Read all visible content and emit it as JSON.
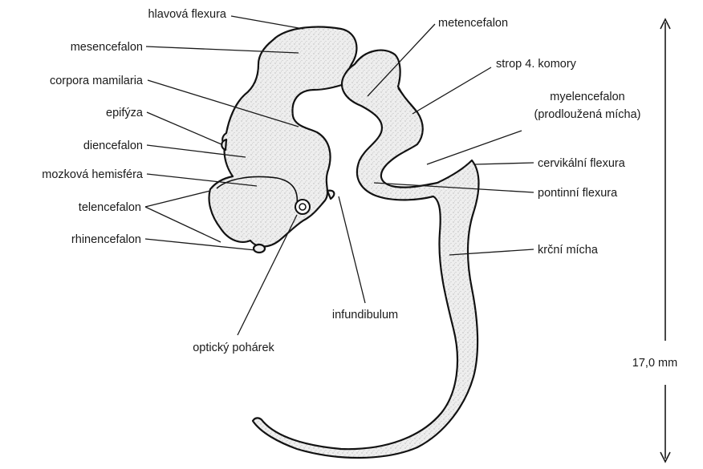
{
  "labels": {
    "hlavova_flexura": "hlavová flexura",
    "mesencefalon": "mesencefalon",
    "corpora_mamilaria": "corpora mamilaria",
    "epifyza": "epifýza",
    "diencefalon": "diencefalon",
    "mozkova_hemisfera": "mozková hemisféra",
    "telencefalon": "telencefalon",
    "rhinencefalon": "rhinencefalon",
    "opticky_poharek": "optický pohárek",
    "infundibulum": "infundibulum",
    "metencefalon": "metencefalon",
    "strop_4_komory": "strop 4. komory",
    "myelencefalon_1": "myelencefalon",
    "myelencefalon_2": "(prodloužená mícha)",
    "cervikalni_flexura": "cervikální flexura",
    "pontinni_flexura": "pontinní flexura",
    "krcni_micha": "krční mícha"
  },
  "scale_bar": {
    "label": "17,0 mm"
  },
  "colors": {
    "line": "#1a1a1a",
    "organ_fill": "#eeeeee",
    "background": "#ffffff"
  }
}
